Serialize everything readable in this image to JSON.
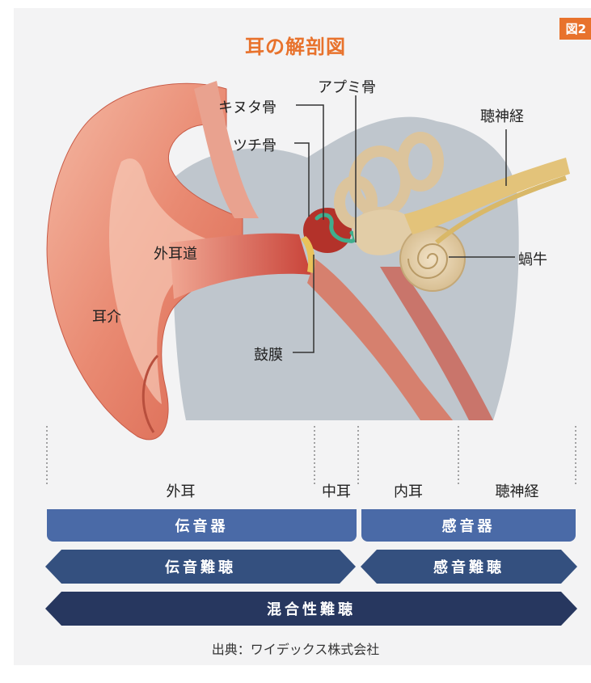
{
  "figure_badge": "図2",
  "title": "耳の解剖図",
  "labels": {
    "stapes": "アプミ骨",
    "incus": "キヌタ骨",
    "malleus": "ツチ骨",
    "auditory_nerve": "聴神経",
    "cochlea": "蝸牛",
    "ear_canal": "外耳道",
    "auricle": "耳介",
    "eardrum": "鼓膜"
  },
  "regions": {
    "outer_ear": "外耳",
    "middle_ear": "中耳",
    "inner_ear": "内耳",
    "auditory_nerve": "聴神経"
  },
  "organ_bars": {
    "conductive": "伝音器",
    "sensory": "感音器"
  },
  "hearing_loss": {
    "conductive": "伝音難聴",
    "sensorineural": "感音難聴",
    "mixed": "混合性難聴"
  },
  "source": "出典：ワイデックス株式会社",
  "colors": {
    "accent": "#e8722c",
    "bar_blue": "#4a6aa7",
    "arrow_navy": "#34507f",
    "mixed_dark": "#27375f"
  }
}
